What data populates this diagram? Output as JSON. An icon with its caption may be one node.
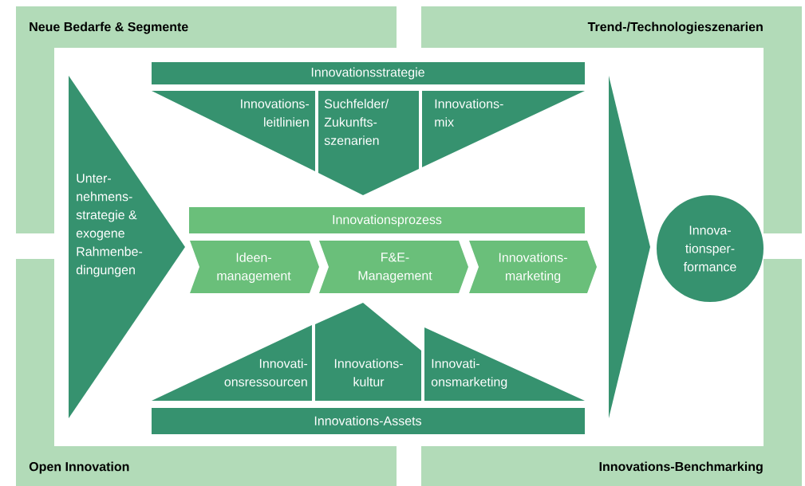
{
  "diagram": {
    "nodes": [
      {
        "text": [
          "Neue Bedarfe & Segmente"
        ]
      },
      {
        "text": [
          "Trend-/Technologieszenarien"
        ]
      },
      {
        "text": [
          "Open Innovation"
        ]
      },
      {
        "text": [
          "Innovations-Benchmarking"
        ]
      },
      {
        "text": [
          "Unter- nehmens- strategie & exogene Rahmenbe- dingungen"
        ]
      },
      {
        "text": [
          "Innovationsstrategie"
        ]
      },
      {
        "text": [
          "Innovations- leitlinien"
        ]
      },
      {
        "text": [
          "Suchfelder/ Zukunfts- szenarien"
        ]
      },
      {
        "text": [
          "Innovations- mix"
        ]
      },
      {
        "text": [
          "Innovationsprozess"
        ]
      },
      {
        "text": [
          "Ideen- management"
        ]
      },
      {
        "text": [
          "F&E- Management"
        ]
      },
      {
        "text": [
          "Innovations- marketing"
        ]
      },
      {
        "text": [
          "Innovati- onsressourcen"
        ]
      },
      {
        "text": [
          "Innovations- kultur"
        ]
      },
      {
        "text": [
          "Innovati- onsmarketing"
        ]
      },
      {
        "text": [
          "Innovations-Assets"
        ]
      },
      {
        "text": [],
        "shape": "triangle"
      },
      {
        "text": [
          "Innova- tionsper- formance"
        ]
      }
    ]
  }
}
